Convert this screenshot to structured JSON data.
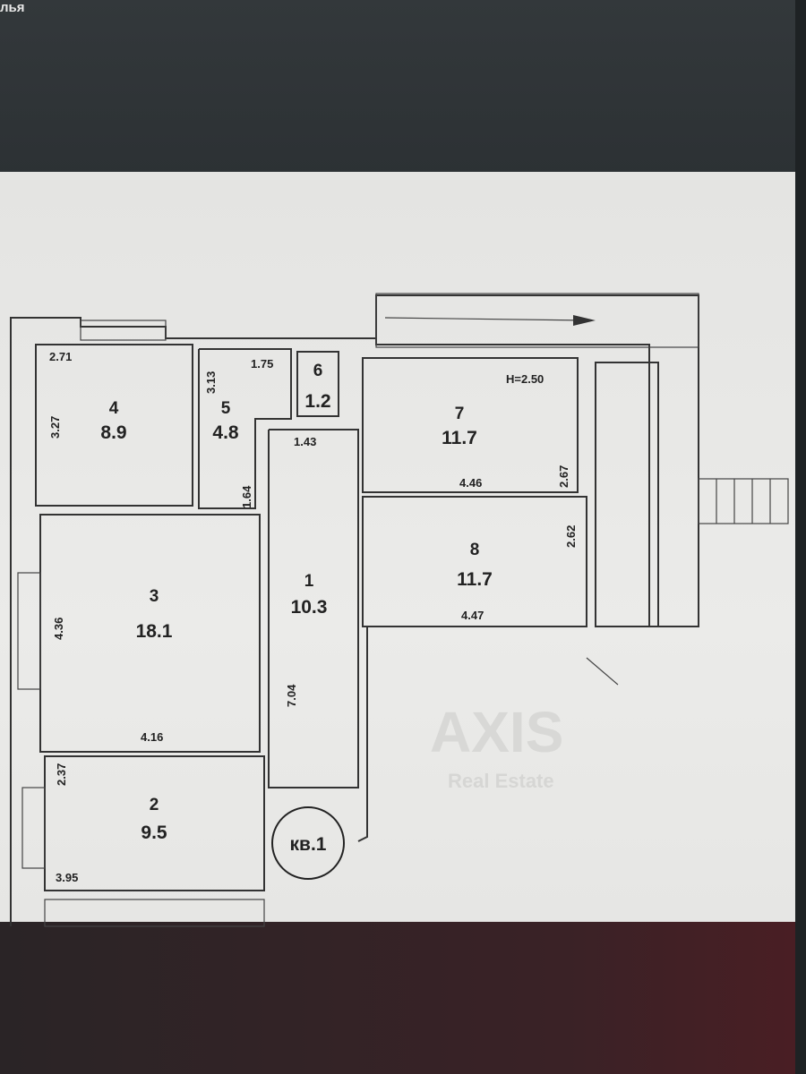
{
  "screen": {
    "corner_text": "лья"
  },
  "plan": {
    "watermark": [
      "AXIS",
      "Real Estate"
    ],
    "ceiling_height": "H=2.50",
    "apartment_label": "кв.1",
    "rooms": [
      {
        "number": "1",
        "area": "10.3",
        "dims": [
          "1.43",
          "7.04"
        ]
      },
      {
        "number": "2",
        "area": "9.5",
        "dims": [
          "2.37",
          "3.95"
        ]
      },
      {
        "number": "3",
        "area": "18.1",
        "dims": [
          "4.36",
          "4.16"
        ]
      },
      {
        "number": "4",
        "area": "8.9",
        "dims": [
          "2.71",
          "3.27"
        ]
      },
      {
        "number": "5",
        "area": "4.8",
        "dims": [
          "3.13",
          "1.75",
          "1.64"
        ]
      },
      {
        "number": "6",
        "area": "1.2",
        "dims": []
      },
      {
        "number": "7",
        "area": "11.7",
        "dims": [
          "4.46",
          "2.67"
        ]
      },
      {
        "number": "8",
        "area": "11.7",
        "dims": [
          "4.47",
          "2.62"
        ]
      }
    ]
  }
}
